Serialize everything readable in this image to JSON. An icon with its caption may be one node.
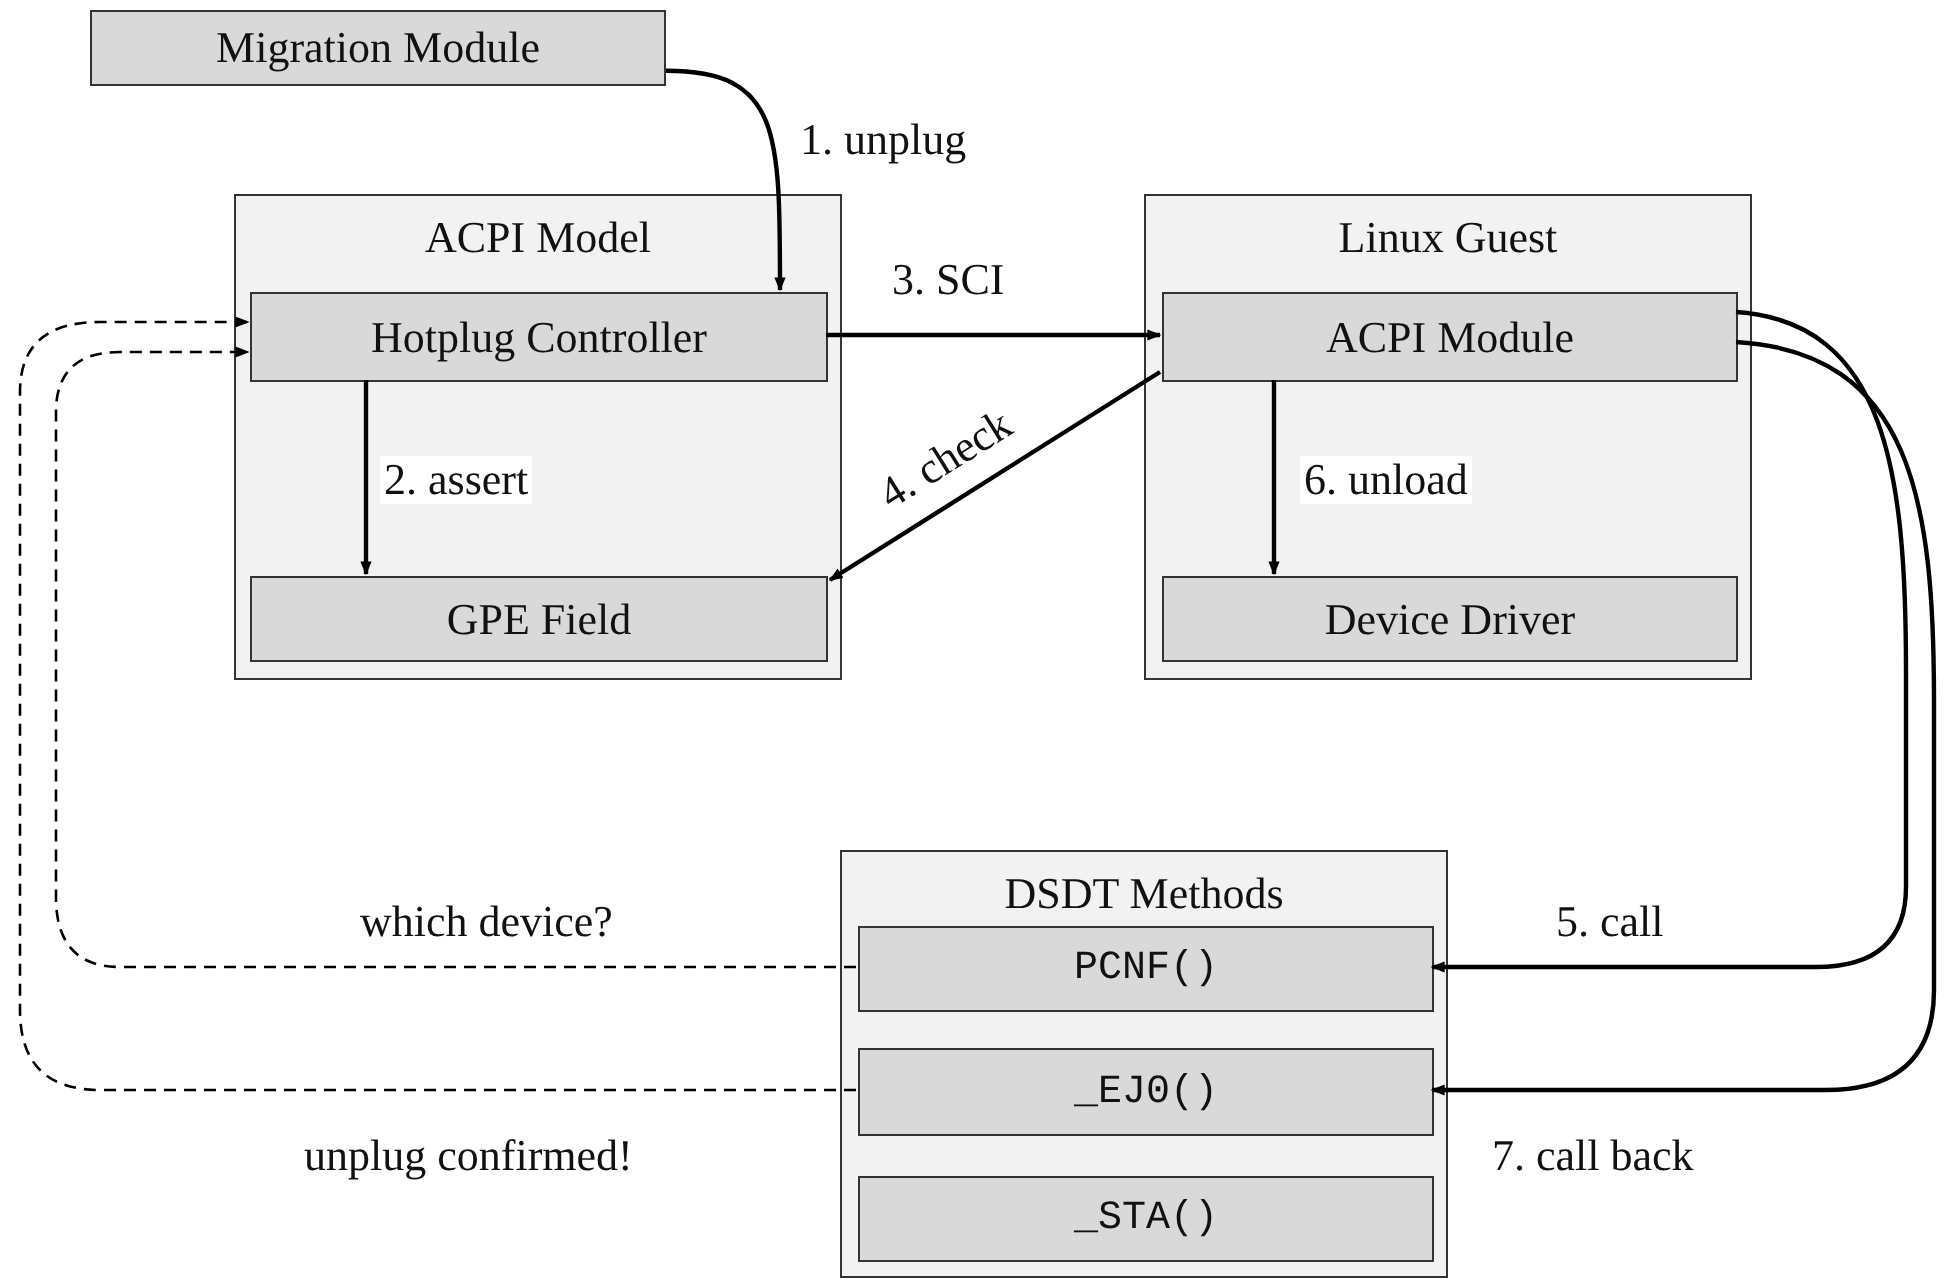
{
  "diagram": {
    "nodes": [
      {
        "text": [
          "Migration Module"
        ]
      },
      {
        "text": [
          "ACPI Model"
        ]
      },
      {
        "text": [
          "Hotplug Controller"
        ],
        "in": 1
      },
      {
        "text": [
          "GPE Field"
        ],
        "in": 1
      },
      {
        "text": [
          "Linux Guest"
        ]
      },
      {
        "text": [
          "ACPI Module"
        ],
        "in": 4
      },
      {
        "text": [
          "Device Driver"
        ],
        "in": 4
      },
      {
        "text": [
          "DSDT Methods"
        ]
      },
      {
        "text": [
          "PCNF()"
        ],
        "in": 7
      },
      {
        "text": [
          "_EJ0()"
        ],
        "in": 7
      },
      {
        "text": [
          "_STA()"
        ],
        "in": 7
      }
    ],
    "edges": [
      {
        "from": 0,
        "to": 2,
        "arrow": "to",
        "label": "1. unplug"
      },
      {
        "from": 2,
        "to": 3,
        "arrow": "to",
        "label": "2. assert"
      },
      {
        "from": 2,
        "to": 5,
        "arrow": "to",
        "label": "3. SCI"
      },
      {
        "from": 5,
        "to": 3,
        "arrow": "to",
        "label": "4. check"
      },
      {
        "from": 5,
        "to": 6,
        "arrow": "to",
        "label": "6. unload"
      },
      {
        "from": 5,
        "to": 8,
        "arrow": "to",
        "label": "5. call"
      },
      {
        "from": 5,
        "to": 9,
        "arrow": "to",
        "label": "7. call back"
      },
      {
        "from": 8,
        "to": 2,
        "arrow": "to",
        "label": "which device?",
        "style": "dashed"
      },
      {
        "from": 9,
        "to": 2,
        "arrow": "to",
        "label": "unplug confirmed!",
        "style": "dashed"
      }
    ]
  }
}
